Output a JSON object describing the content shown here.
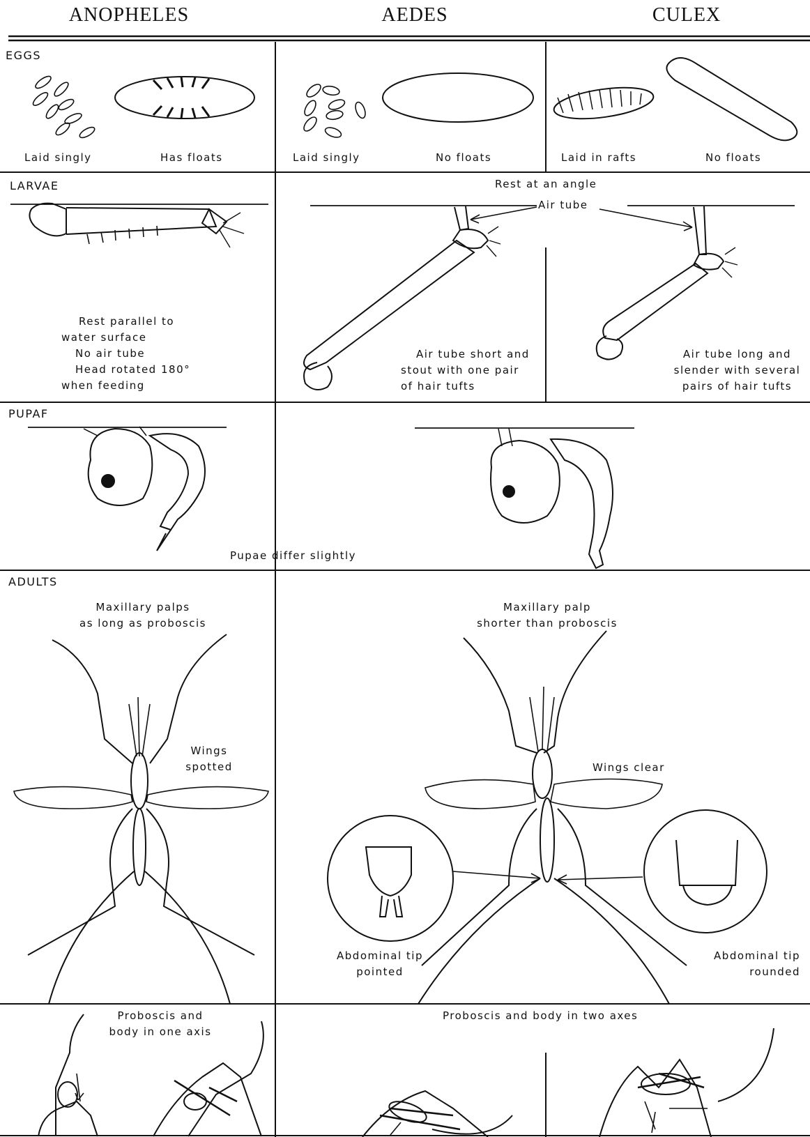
{
  "headers": [
    "ANOPHELES",
    "AEDES",
    "CULEX"
  ],
  "sections": {
    "eggs": {
      "title": "EGGS",
      "anopheles": [
        "Laid singly",
        "Has floats"
      ],
      "aedes": [
        "Laid singly",
        "No floats"
      ],
      "culex": [
        "Laid in rafts",
        "No floats"
      ]
    },
    "larvae": {
      "title": "LARVAE",
      "rest_angle": "Rest at an angle",
      "air_tube": "Air tube",
      "anopheles_note": [
        "Rest parallel to",
        "water surface",
        "No air tube",
        "Head rotated 180°",
        "when feeding"
      ],
      "aedes_note": [
        "Air tube short and",
        "stout with one pair",
        "of hair tufts"
      ],
      "culex_note": [
        "Air tube long and",
        "slender with several",
        "pairs of hair tufts"
      ]
    },
    "pupae": {
      "title": "PUPAF",
      "note": "Pupae differ slightly"
    },
    "adults": {
      "title": "ADULTS",
      "anopheles_palps": [
        "Maxillary palps",
        "as long as proboscis"
      ],
      "anopheles_wings": [
        "Wings",
        "spotted"
      ],
      "aedes_culex_palps": [
        "Maxillary palp",
        "shorter than proboscis"
      ],
      "wings_clear": "Wings clear",
      "tip_pointed": [
        "Abdominal tip",
        "pointed"
      ],
      "tip_rounded": [
        "Abdominal tip",
        "rounded"
      ]
    },
    "posture": {
      "anopheles": [
        "Proboscis and",
        "body in one axis"
      ],
      "aedes_culex": "Proboscis and body in two axes"
    }
  }
}
